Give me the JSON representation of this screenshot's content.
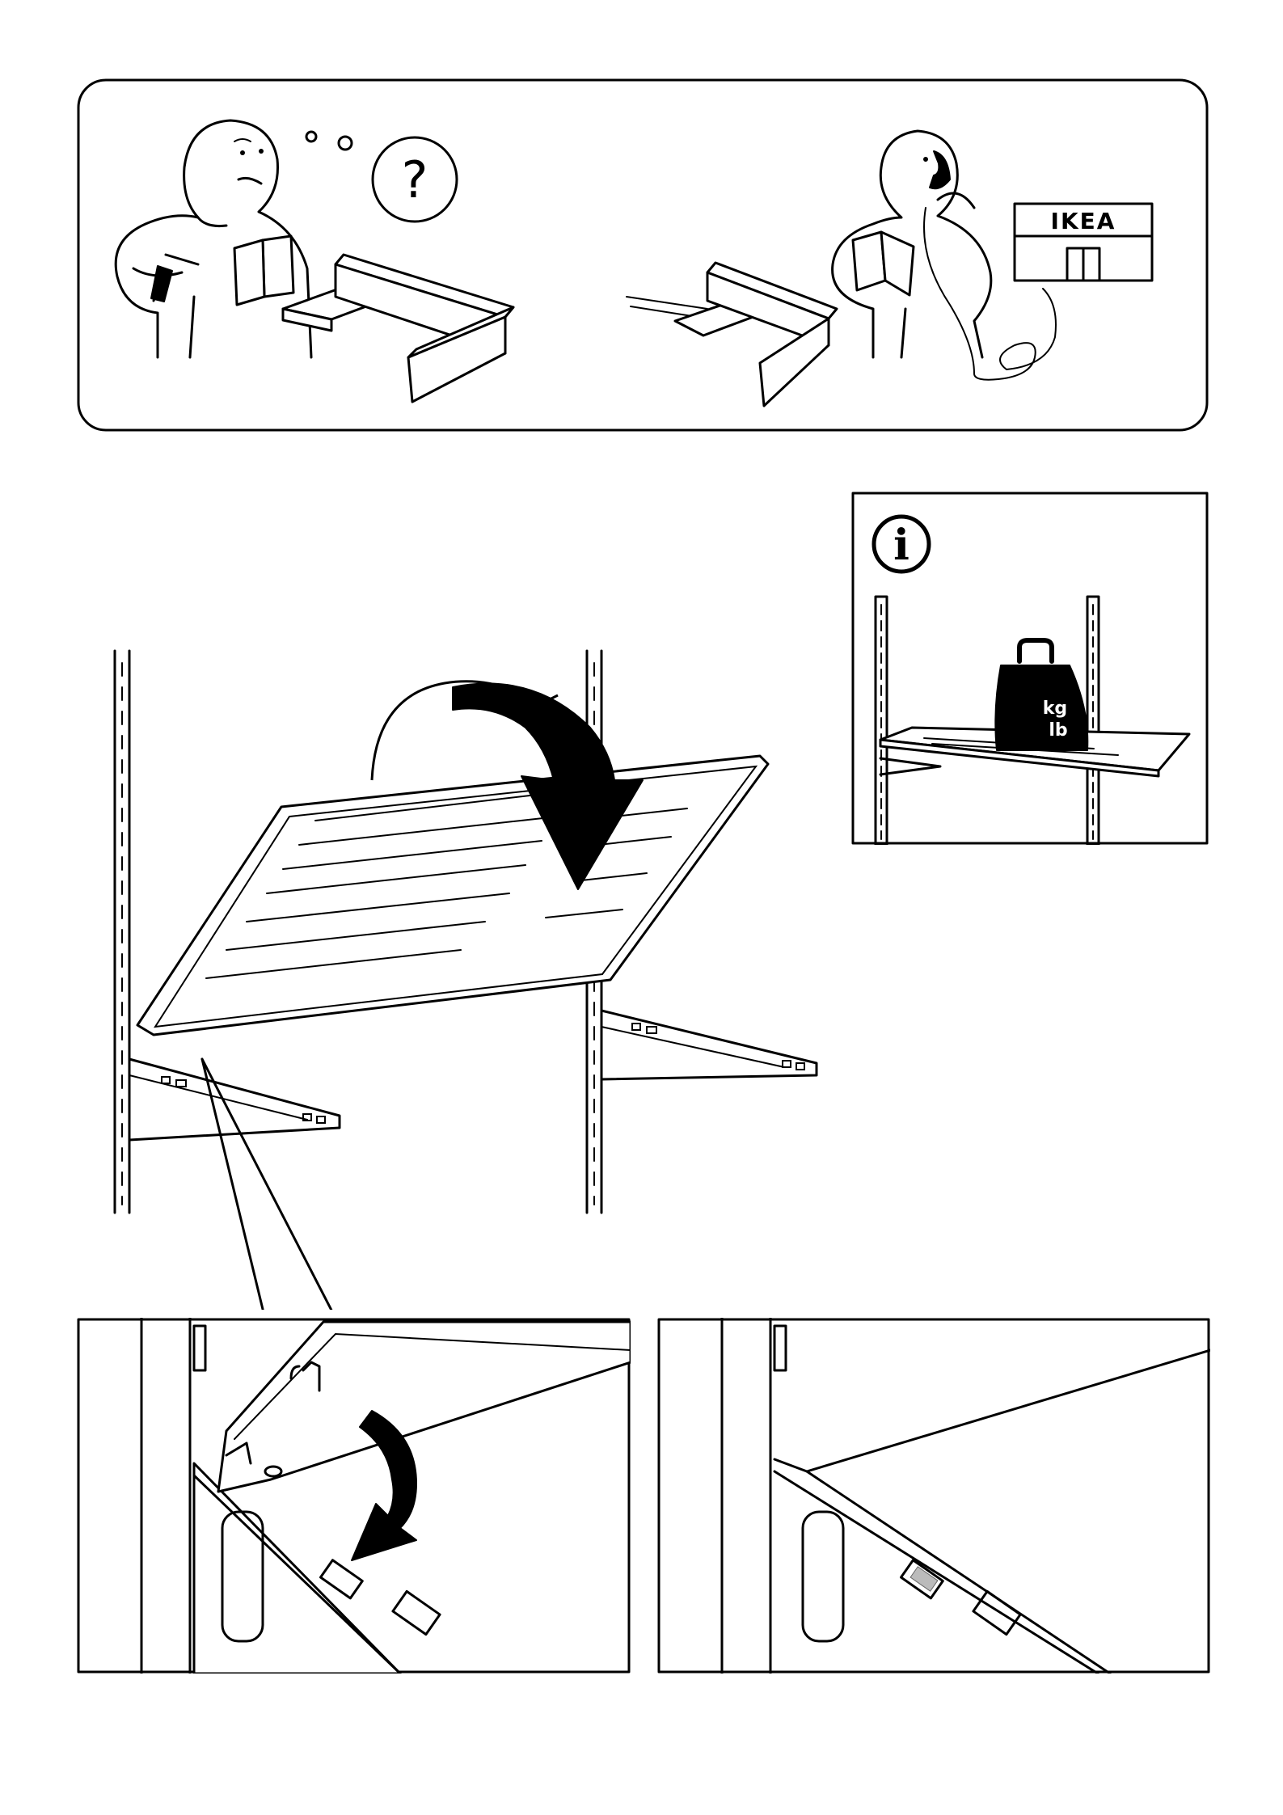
{
  "help_panel": {
    "question_symbol": "?",
    "store_sign": "IKEA",
    "left_figure_icon": "confused-person-icon",
    "right_figure_icon": "person-on-phone-icon"
  },
  "info_panel": {
    "info_symbol": "i",
    "weight_unit_kg": "kg",
    "weight_unit_lb": "lb"
  },
  "main_step": {
    "arrow_icon": "rotate-down-arrow-icon"
  },
  "detail_left": {
    "arrow_icon": "rotate-down-arrow-icon"
  },
  "detail_right": {}
}
